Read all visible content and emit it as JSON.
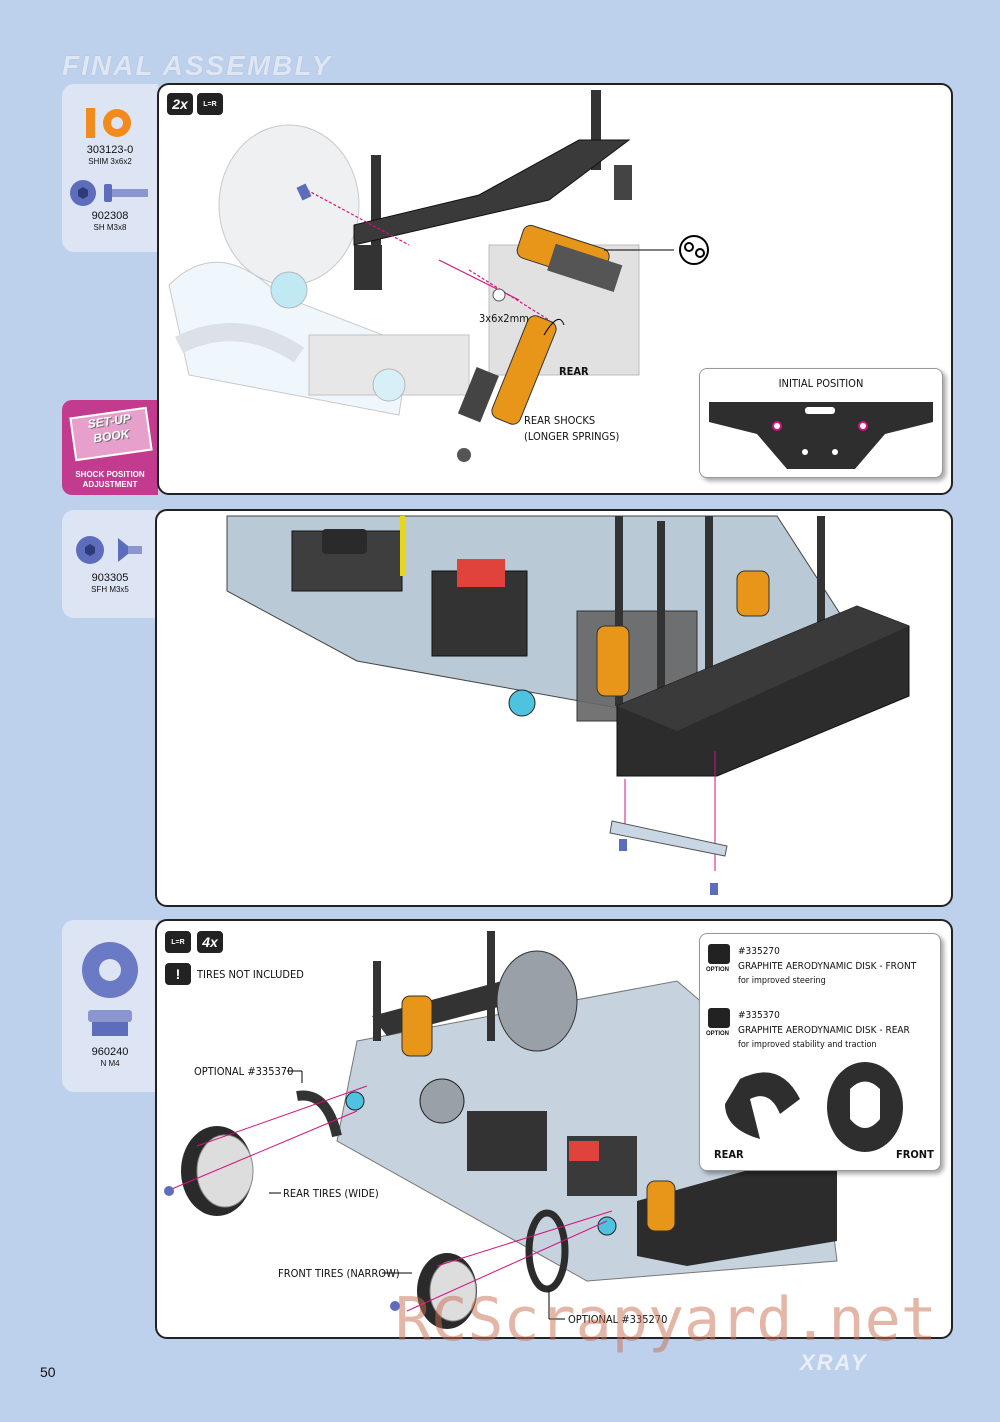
{
  "page": {
    "title": "FINAL ASSEMBLY",
    "page_number": "50",
    "brand": "XRAY",
    "watermark": "RCScrapyard.net"
  },
  "colors": {
    "background": "#bdd0ec",
    "sidebar": "#dde5f4",
    "setup_book": "#c23b8e",
    "callout_magenta": "#d4127f",
    "shock_gold": "#e8961a",
    "part_blue": "#5d6dbb",
    "shim_orange": "#f28a1e"
  },
  "step1": {
    "badge_qty": "2x",
    "badge_lr": "L=R",
    "parts": [
      {
        "number": "303123-0",
        "name": "SHIM 3x6x2",
        "icon": "shim-icon"
      },
      {
        "number": "902308",
        "name": "SH M3x8",
        "icon": "socket-head-screw-icon"
      }
    ],
    "labels": {
      "shim": "3x6x2mm",
      "rear": "REAR",
      "rear_shocks_1": "REAR SHOCKS",
      "rear_shocks_2": "(LONGER SPRINGS)",
      "initial_position": "INITIAL POSITION"
    },
    "setup_book": {
      "line1": "SET-UP",
      "line2": "BOOK",
      "caption1": "SHOCK POSITION",
      "caption2": "ADJUSTMENT"
    }
  },
  "step2": {
    "parts": [
      {
        "number": "903305",
        "name": "SFH M3x5",
        "icon": "flat-head-screw-icon"
      }
    ]
  },
  "step3": {
    "badge_lr": "L=R",
    "badge_qty": "4x",
    "warning": "TIRES NOT INCLUDED",
    "parts": [
      {
        "number": "960240",
        "name": "N M4",
        "icon": "nut-icon"
      }
    ],
    "labels": {
      "optional_rear": "OPTIONAL #335370",
      "rear_tires": "REAR TIRES (WIDE)",
      "front_tires": "FRONT TIRES (NARROW)",
      "optional_front": "OPTIONAL #335270"
    },
    "option_box": {
      "option_label": "OPTION",
      "item1_number": "#335270",
      "item1_name": "GRAPHITE AERODYNAMIC DISK - FRONT",
      "item1_desc": "for improved steering",
      "item2_number": "#335370",
      "item2_name": "GRAPHITE AERODYNAMIC DISK - REAR",
      "item2_desc": "for improved stability and traction",
      "rear": "REAR",
      "front": "FRONT"
    }
  }
}
